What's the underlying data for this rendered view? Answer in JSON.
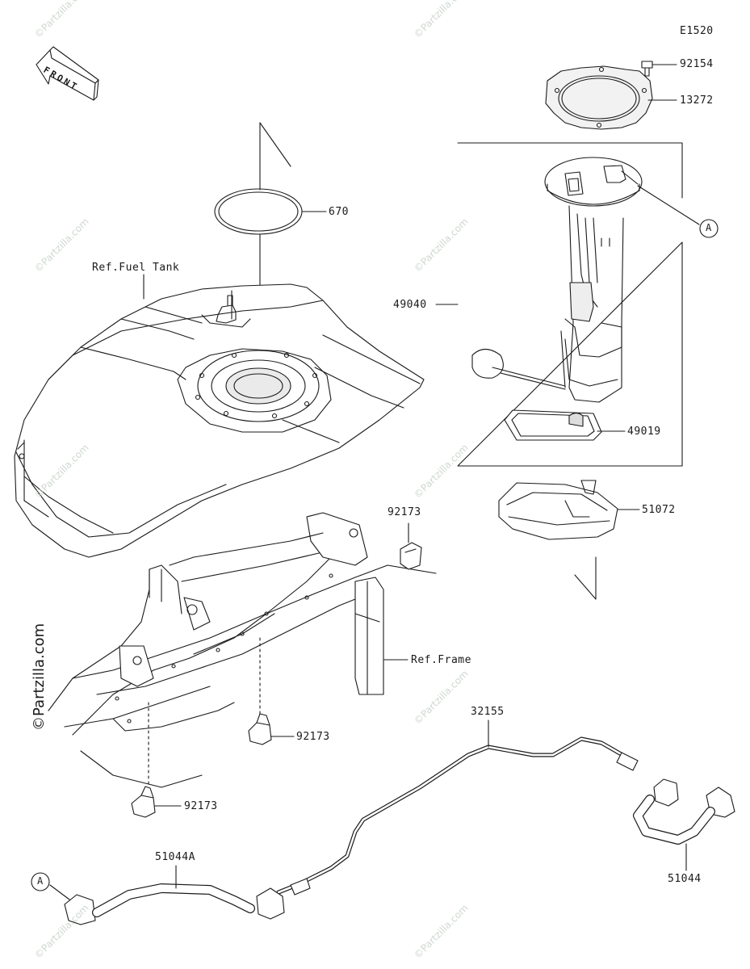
{
  "diagram_code": "E1520",
  "front_label": "FRONT",
  "watermark": "©Partzilla.com",
  "labels": {
    "p92154": "92154",
    "p13272": "13272",
    "p670": "670",
    "ref_fuel_tank": "Ref.Fuel Tank",
    "p49040": "49040",
    "callout_a_top": "A",
    "p49019": "49019",
    "p51072": "51072",
    "p92173_top": "92173",
    "ref_frame": "Ref.Frame",
    "p32155": "32155",
    "p92173_mid": "92173",
    "p92173_low": "92173",
    "p51044a": "51044A",
    "callout_a_bottom": "A",
    "p51044": "51044"
  }
}
